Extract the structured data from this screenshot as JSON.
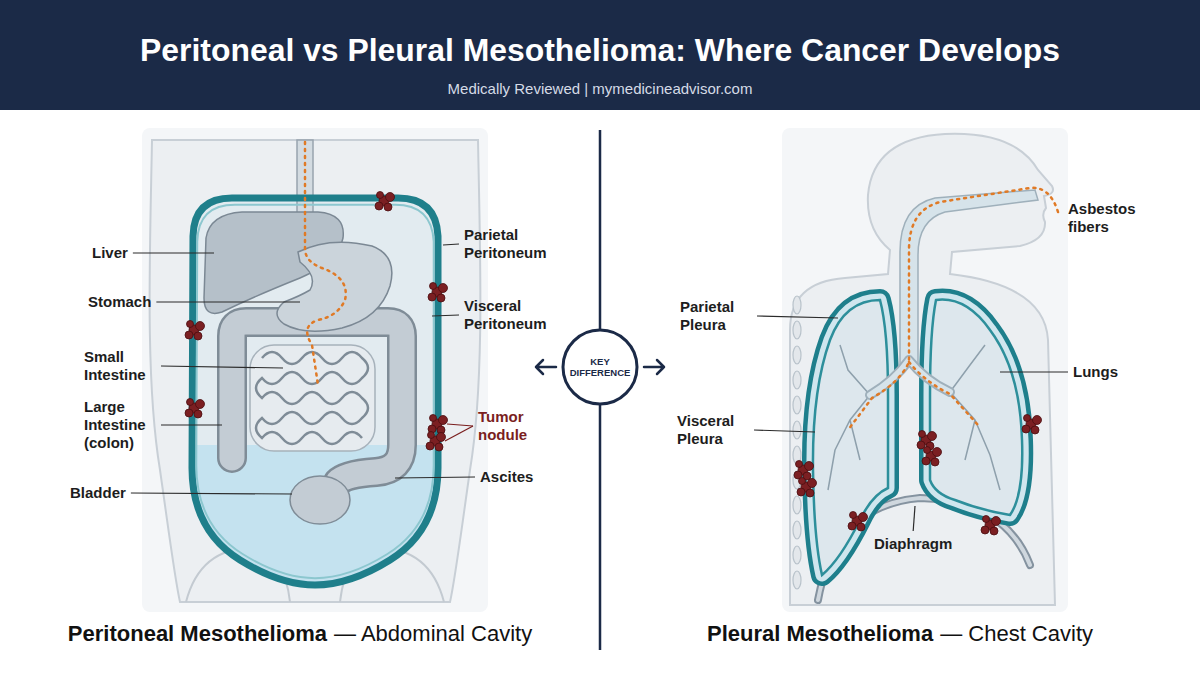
{
  "diagram": {
    "title": "Peritoneal vs Pleural Mesothelioma: Where Cancer Develops",
    "nodes": [
      {
        "text": [
          "KEY DIFFERENCE"
        ]
      }
    ],
    "labels": [
      "Medically Reviewed | mymedicineadvisor.com",
      "Liver",
      "Stomach",
      "Small Intestine",
      "Large Intestine (colon)",
      "Bladder",
      "Parietal Peritoneum",
      "Visceral Peritoneum",
      "Tumor nodule",
      "Ascites",
      "Asbestos fibers",
      "Parietal Pleura",
      "Visceral Pleura",
      "Lungs",
      "Diaphragm",
      "Peritoneal Mesothelioma",
      "— Abdominal Cavity",
      "Pleural Mesothelioma",
      "— Chest Cavity"
    ]
  }
}
